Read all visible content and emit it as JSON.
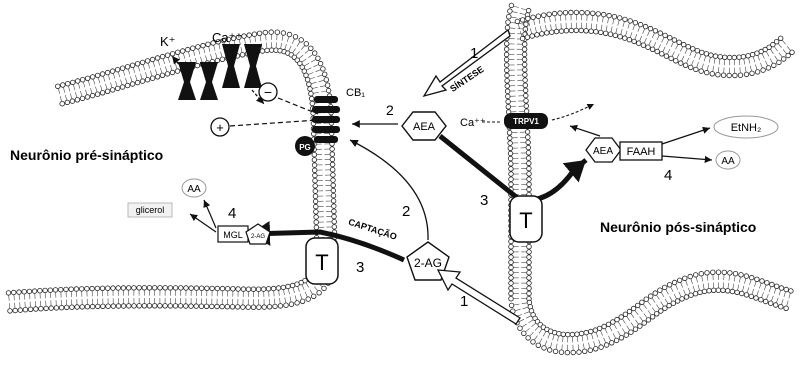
{
  "labels": {
    "presynaptic": "Neurônio pré-sináptico",
    "postsynaptic": "Neurônio pós-sináptico",
    "k_ion": "K⁺",
    "ca_ion_top": "Ca⁺⁺",
    "ca_ion_mid": "Ca⁺⁺",
    "minus": "−",
    "plus": "+",
    "cb1": "CB₁",
    "pg": "PG",
    "aea_left": "AEA",
    "aea_right": "AEA",
    "faah": "FAAH",
    "etnh2": "EtNH₂",
    "aa_right": "AA",
    "aa_left": "AA",
    "glicerol": "glicerol",
    "mgl": "MGL",
    "two_ag_small": "2-AG",
    "two_ag_main": "2-AG",
    "trpv1": "TRPV1",
    "transporter_pre": "T",
    "transporter_post": "T",
    "sintese": "SÍNTESE",
    "captacao": "CAPTAÇÃO"
  },
  "steps": {
    "s1_top": "1",
    "s1_bottom": "1",
    "s2_top": "2",
    "s2_mid": "2",
    "s3_left": "3",
    "s3_right": "3",
    "s4_left": "4",
    "s4_right": "4"
  }
}
